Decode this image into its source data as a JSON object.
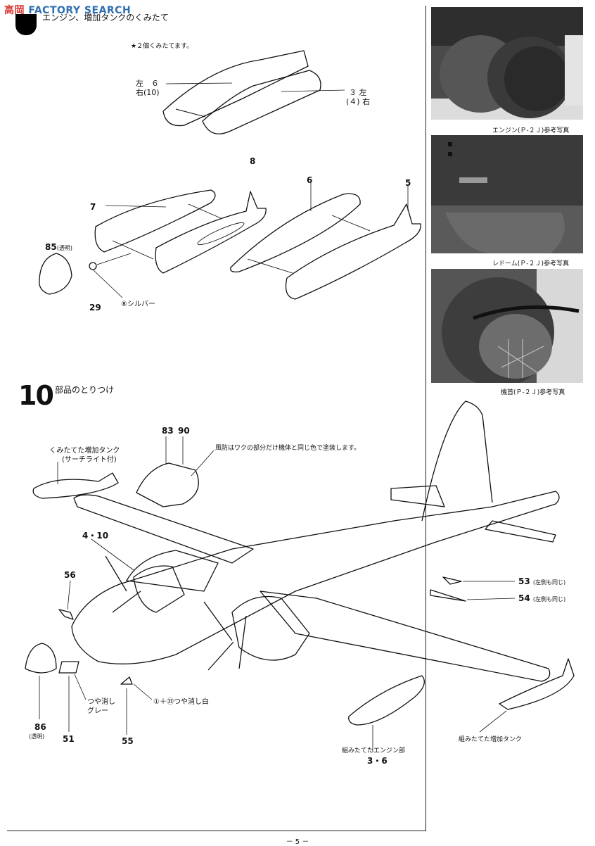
{
  "watermark": {
    "pre": "高岡",
    "text": "FACTORY SEARCH"
  },
  "step9": {
    "heading": "エンジン、増加タンクのくみたて",
    "note": "★２個くみたてます。"
  },
  "step9_labels": {
    "left6": "左　６",
    "right10": "右(10)",
    "p3": "３ 左",
    "p4": "(４) 右",
    "p7": "7",
    "p8": "8",
    "p6": "6",
    "p5": "5",
    "p85": "85",
    "p85_note": "(透明)",
    "p29": "29",
    "silver": "⑧シルバー"
  },
  "step10": {
    "number": "10",
    "heading": "部品のとりつけ",
    "tank_label_1": "くみたてた増加タンク",
    "tank_label_2": "(サーチライト付)",
    "p83": "83",
    "p90": "90",
    "canopy_note": "風防はワクの部分だけ機体と同じ色で塗装します。",
    "p4_10": "4・10",
    "p56": "56",
    "p53": "53",
    "p53_note": "(左側も同じ)",
    "p54": "54",
    "p54_note": "(左側も同じ)",
    "p86": "86",
    "p86_note": "(透明)",
    "p51": "51",
    "p55": "55",
    "flat_grey_1": "つや消し",
    "flat_grey_2": "グレー",
    "flat_white": "①＋㉝つや消し白",
    "engine_label": "組みたてたエンジン部",
    "p3_6": "3・6",
    "tank_label_right": "組みたてた増加タンク"
  },
  "photos": [
    {
      "caption": "エンジン(Ｐ-２Ｊ)参考写真"
    },
    {
      "caption": "レドーム(Ｐ-２Ｊ)参考写真"
    },
    {
      "caption": "機首(Ｐ-２Ｊ)参考写真"
    }
  ],
  "page_number": "－ 5 －"
}
